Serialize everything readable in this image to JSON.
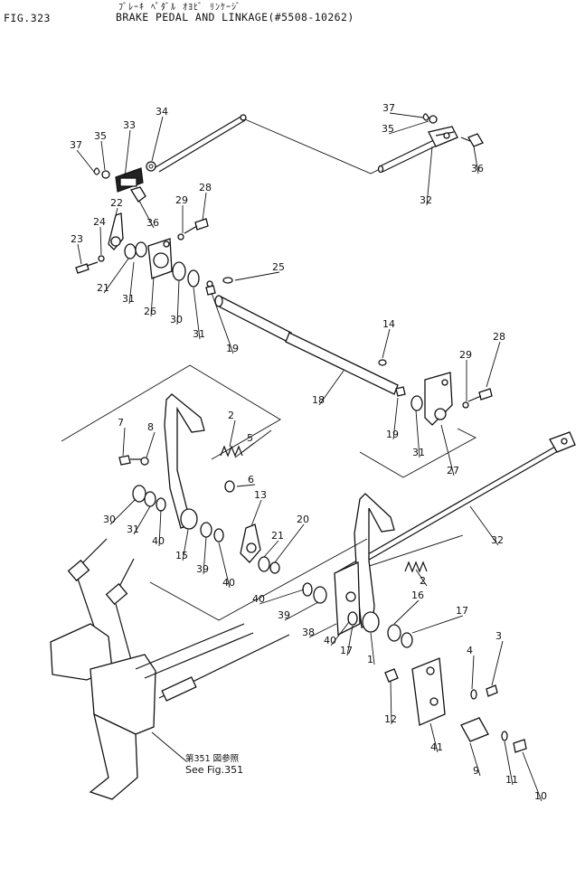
{
  "header": {
    "fig_number": "FIG.323",
    "title_katakana": "ﾌﾞﾚｰｷ ﾍﾟﾀﾞﾙ ｵﾖﾋﾞ ﾘﾝｹｰｼﾞ",
    "title": "BRAKE PEDAL AND LINKAGE(#5508-10262)"
  },
  "see_note": {
    "jp": "第351 図参照",
    "en": "See Fig.351"
  },
  "callouts": [
    {
      "id": "c37a",
      "label": "37"
    },
    {
      "id": "c35a",
      "label": "35"
    },
    {
      "id": "c33",
      "label": "33"
    },
    {
      "id": "c34",
      "label": "34"
    },
    {
      "id": "c37b",
      "label": "37"
    },
    {
      "id": "c35b",
      "label": "35"
    },
    {
      "id": "c36b",
      "label": "36"
    },
    {
      "id": "c32a",
      "label": "32"
    },
    {
      "id": "c22",
      "label": "22"
    },
    {
      "id": "c24",
      "label": "24"
    },
    {
      "id": "c23",
      "label": "23"
    },
    {
      "id": "c36a",
      "label": "36"
    },
    {
      "id": "c29a",
      "label": "29"
    },
    {
      "id": "c28a",
      "label": "28"
    },
    {
      "id": "c21a",
      "label": "21"
    },
    {
      "id": "c31a",
      "label": "31"
    },
    {
      "id": "c26",
      "label": "26"
    },
    {
      "id": "c30a",
      "label": "30"
    },
    {
      "id": "c31b",
      "label": "31"
    },
    {
      "id": "c19a",
      "label": "19"
    },
    {
      "id": "c25",
      "label": "25"
    },
    {
      "id": "c14",
      "label": "14"
    },
    {
      "id": "c18",
      "label": "18"
    },
    {
      "id": "c29b",
      "label": "29"
    },
    {
      "id": "c28b",
      "label": "28"
    },
    {
      "id": "c19b",
      "label": "19"
    },
    {
      "id": "c31c",
      "label": "31"
    },
    {
      "id": "c27",
      "label": "27"
    },
    {
      "id": "c7",
      "label": "7"
    },
    {
      "id": "c8",
      "label": "8"
    },
    {
      "id": "c2a",
      "label": "2"
    },
    {
      "id": "c5",
      "label": "5"
    },
    {
      "id": "c6",
      "label": "6"
    },
    {
      "id": "c13",
      "label": "13"
    },
    {
      "id": "c30b",
      "label": "30"
    },
    {
      "id": "c31d",
      "label": "31"
    },
    {
      "id": "c40a",
      "label": "40"
    },
    {
      "id": "c15",
      "label": "15"
    },
    {
      "id": "c39a",
      "label": "39"
    },
    {
      "id": "c40b",
      "label": "40"
    },
    {
      "id": "c21b",
      "label": "21"
    },
    {
      "id": "c20",
      "label": "20"
    },
    {
      "id": "c32b",
      "label": "32"
    },
    {
      "id": "c2b",
      "label": "2"
    },
    {
      "id": "c40c",
      "label": "40"
    },
    {
      "id": "c39b",
      "label": "39"
    },
    {
      "id": "c38",
      "label": "38"
    },
    {
      "id": "c40d",
      "label": "40"
    },
    {
      "id": "c17a",
      "label": "17"
    },
    {
      "id": "c16",
      "label": "16"
    },
    {
      "id": "c17b",
      "label": "17"
    },
    {
      "id": "c1",
      "label": "1"
    },
    {
      "id": "c4",
      "label": "4"
    },
    {
      "id": "c3",
      "label": "3"
    },
    {
      "id": "c12",
      "label": "12"
    },
    {
      "id": "c41",
      "label": "41"
    },
    {
      "id": "c9",
      "label": "9"
    },
    {
      "id": "c11",
      "label": "11"
    },
    {
      "id": "c10",
      "label": "10"
    }
  ]
}
